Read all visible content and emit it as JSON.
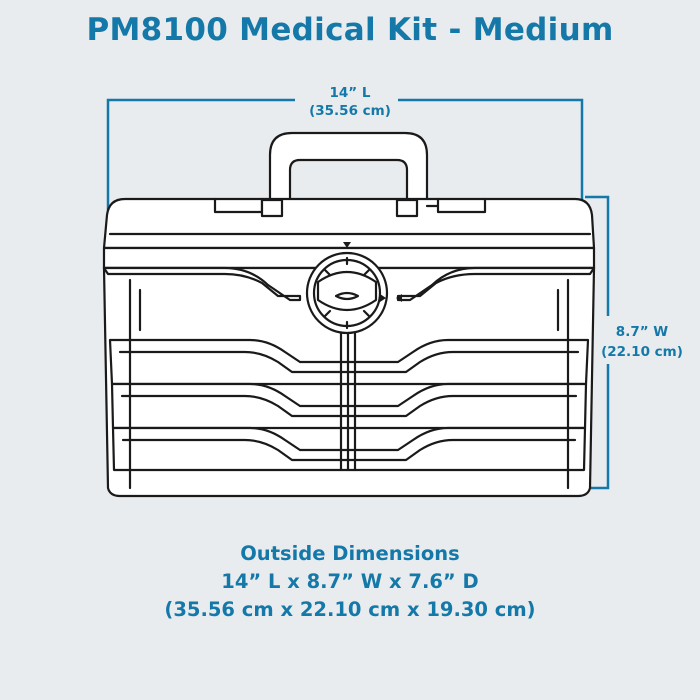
{
  "title": "PM8100 Medical Kit - Medium",
  "dimension_length": {
    "imperial": "14” L",
    "metric": "(35.56 cm)"
  },
  "dimension_width": {
    "imperial": "8.7” W",
    "metric": "(22.10 cm)"
  },
  "outside_dimensions": {
    "heading": "Outside Dimensions",
    "imperial": "14” L x 8.7” W x 7.6” D",
    "metric": "(35.56 cm x 22.10 cm x 19.30 cm)"
  },
  "colors": {
    "accent": "#1478a8",
    "line": "#1a1a1a",
    "fill": "#ffffff",
    "background": "#e8ecef"
  }
}
